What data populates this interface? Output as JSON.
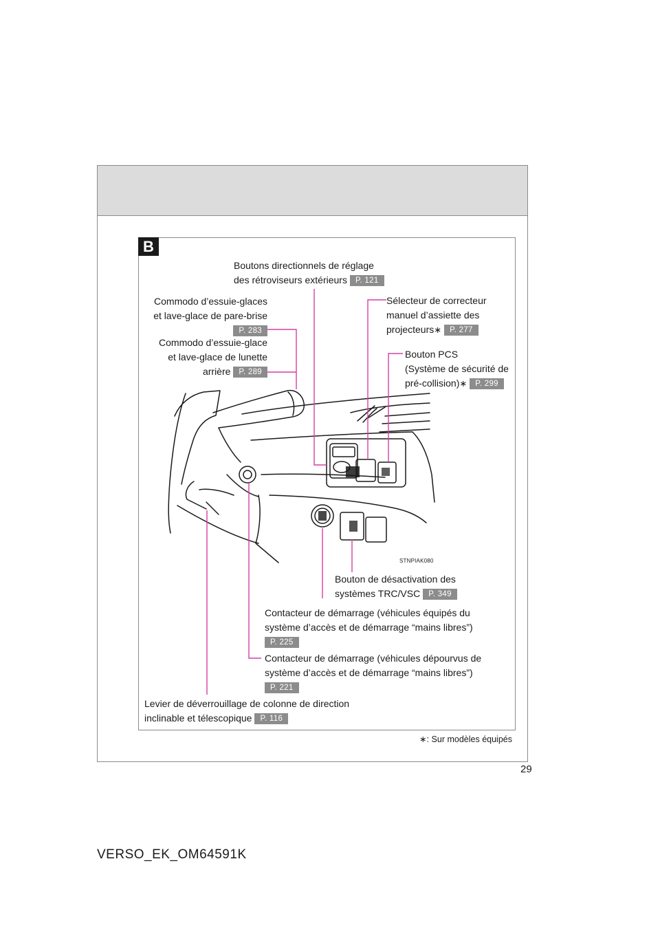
{
  "page": {
    "section_badge": "B",
    "page_number": "29",
    "footer_code": "VERSO_EK_OM64591K",
    "illustration_code": "STNPIAK080",
    "footnote_symbol": "∗",
    "footnote_text": ": Sur modèles équipés"
  },
  "labels": {
    "mirrors": {
      "line1": "Boutons directionnels de réglage",
      "line2": "des rétroviseurs extérieurs",
      "ref": "P. 121"
    },
    "front_wiper": {
      "line1": "Commodo d’essuie-glaces",
      "line2": "et lave-glace de pare-brise",
      "ref": "P. 283"
    },
    "rear_wiper": {
      "line1": "Commodo d’essuie-glace",
      "line2": "et lave-glace de lunette",
      "line3": "arrière",
      "ref": "P. 289"
    },
    "headlight": {
      "line1": "Sélecteur de correcteur",
      "line2": "manuel d’assiette des",
      "line3": "projecteurs",
      "mark": "∗",
      "ref": "P. 277"
    },
    "pcs": {
      "line1": "Bouton PCS",
      "line2": "(Système de sécurité de",
      "line3": "pré-collision)",
      "mark": "∗",
      "ref": "P. 299"
    },
    "trc": {
      "line1": "Bouton de désactivation des",
      "line2": "systèmes TRC/VSC",
      "ref": "P. 349"
    },
    "start_smart": {
      "line1": "Contacteur de démarrage (véhicules équipés du",
      "line2": "système d’accès et de démarrage “mains libres”)",
      "ref": "P. 225"
    },
    "start_key": {
      "line1": "Contacteur de démarrage (véhicules dépourvus de",
      "line2": "système d’accès et de démarrage “mains libres”)",
      "ref": "P. 221"
    },
    "tilt": {
      "line1": "Levier de déverrouillage de colonne de direction",
      "line2": "inclinable et télescopique",
      "ref": "P. 116"
    }
  },
  "colors": {
    "callout": "#d63ea5",
    "ref_badge": "#8c8c8c",
    "header_band": "#dcdcdc"
  }
}
